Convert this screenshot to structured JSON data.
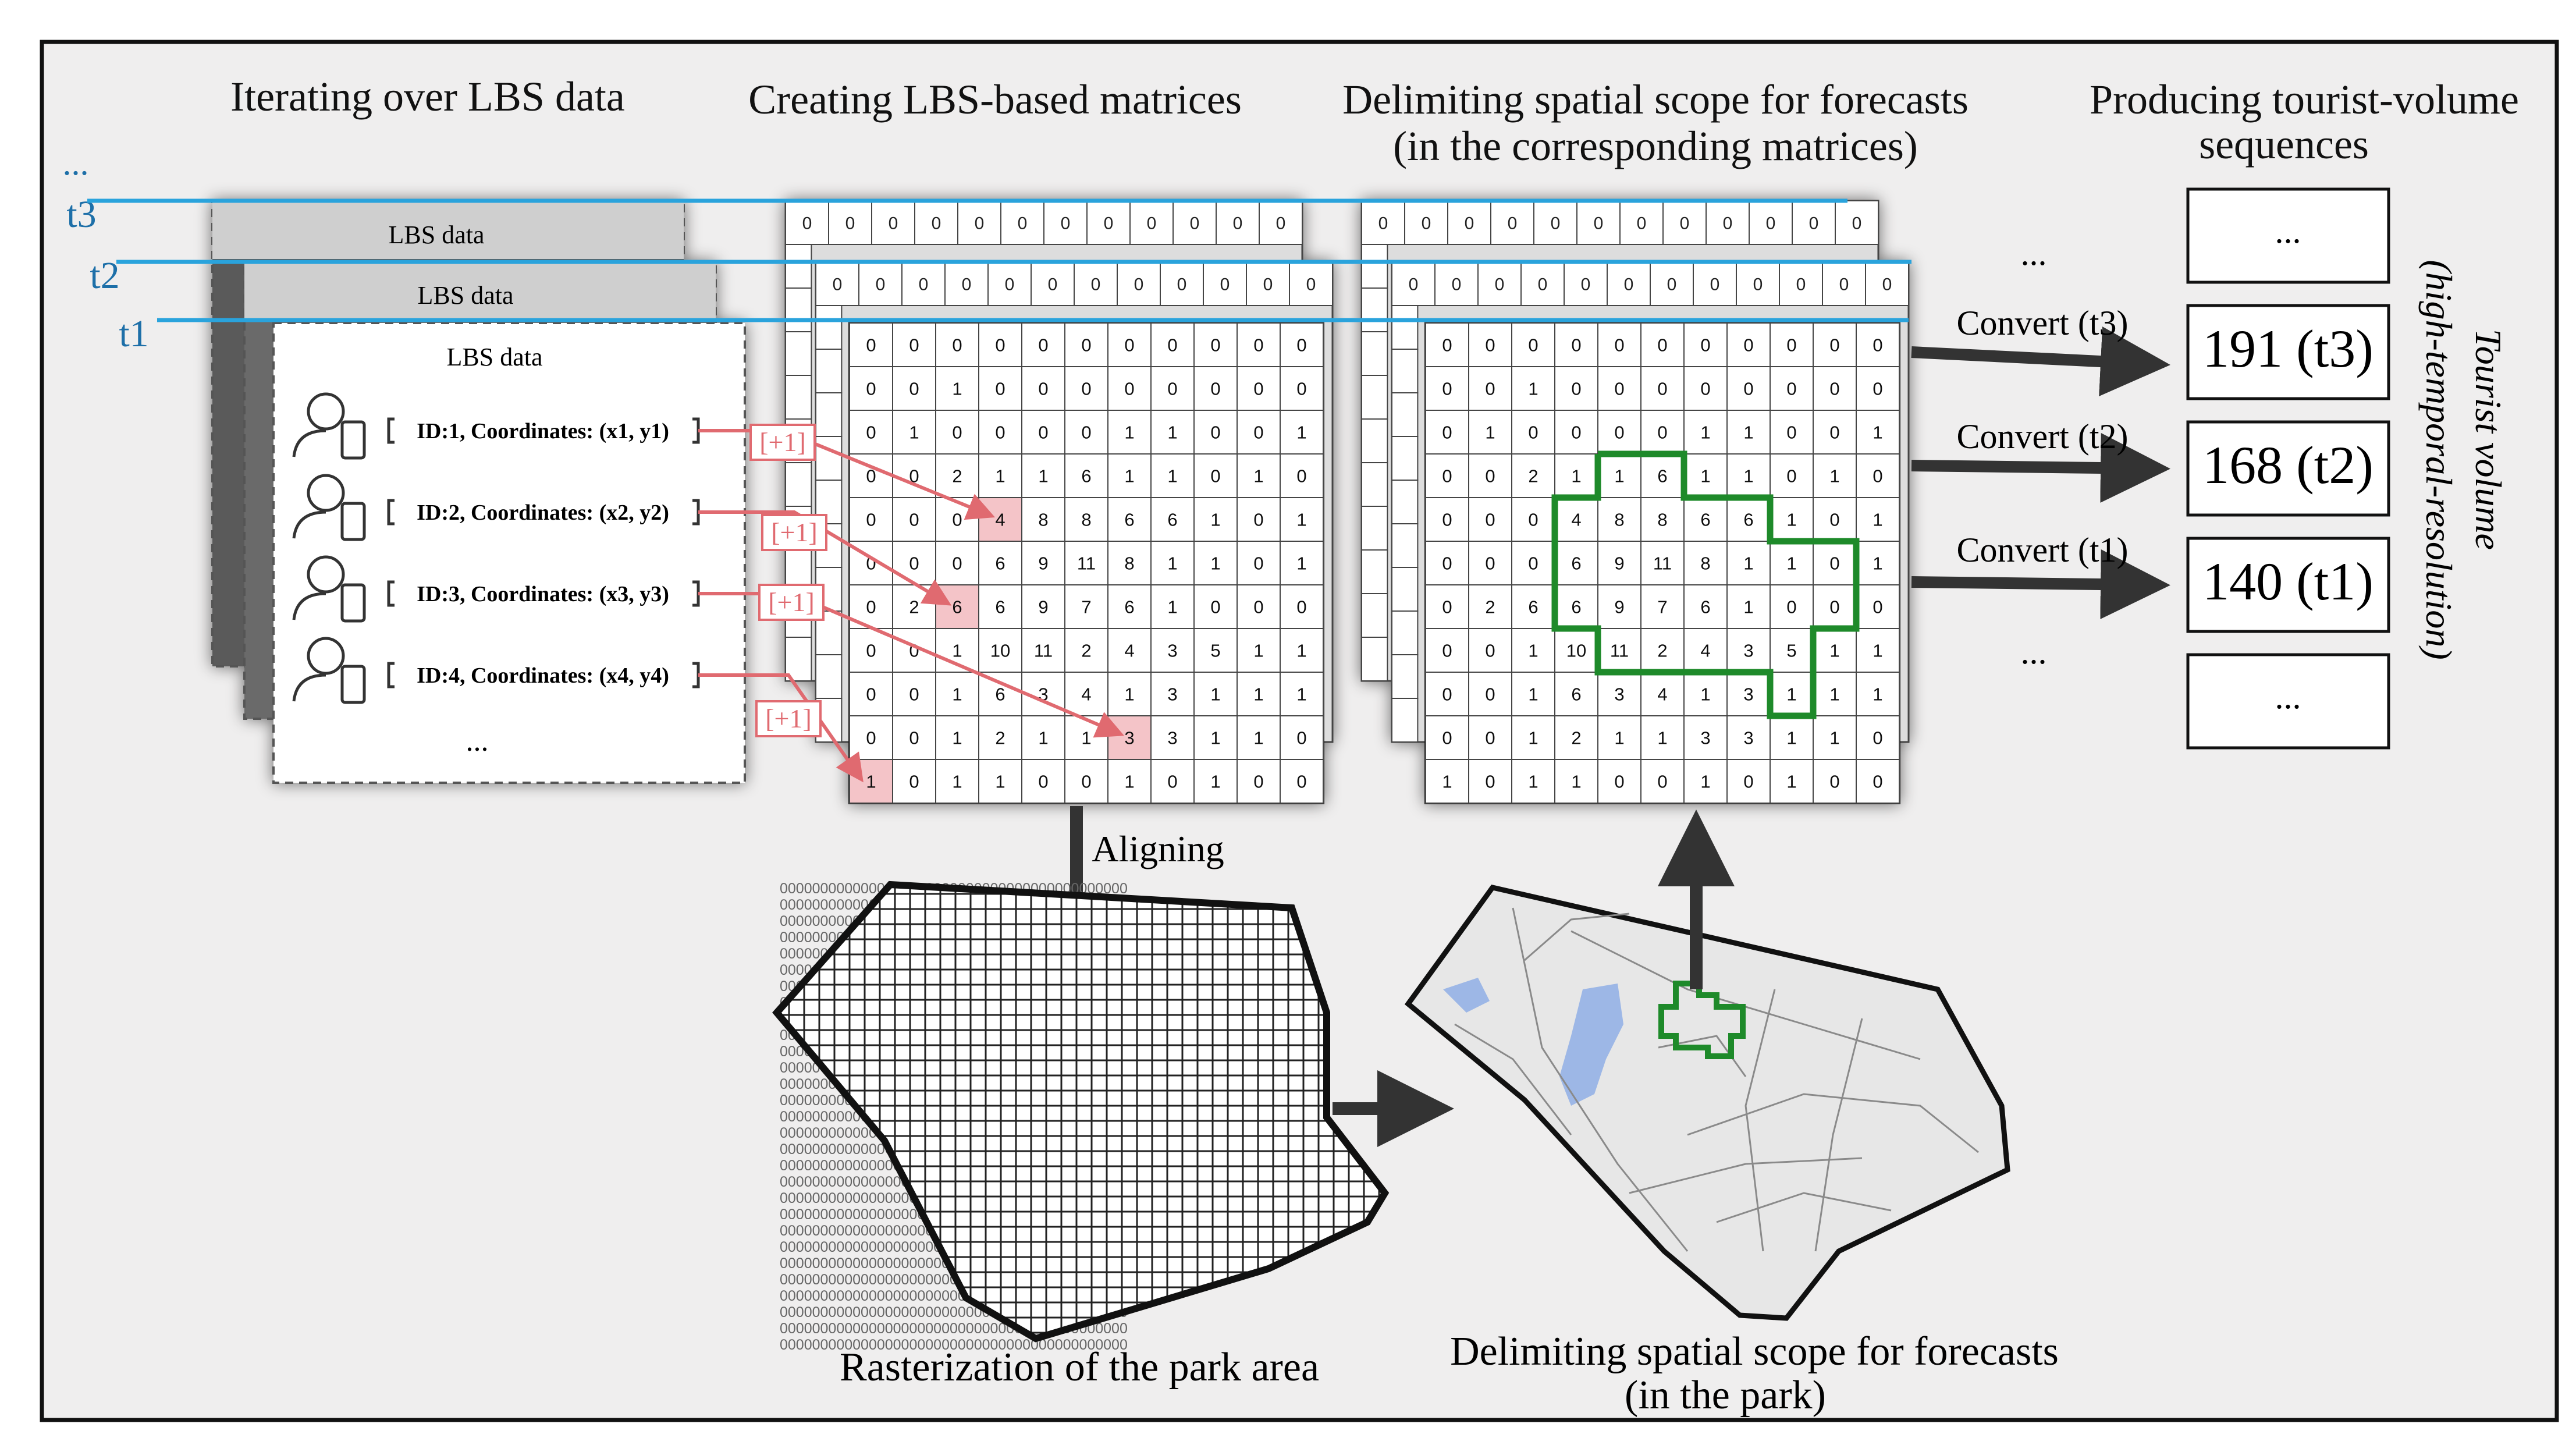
{
  "section_titles": {
    "iterating": "Iterating over LBS data",
    "creating": "Creating LBS-based matrices",
    "delimiting_line1": "Delimiting spatial scope for forecasts",
    "delimiting_line2": "(in the corresponding matrices)",
    "producing_line1": "Producing tourist-volume",
    "producing_line2": "sequences"
  },
  "time_labels": {
    "ellipsis": "...",
    "t3": "t3",
    "t2": "t2",
    "t1": "t1"
  },
  "lbs_cards": {
    "back_label": "LBS data",
    "mid_label": "LBS data",
    "front_label": "LBS data",
    "records": [
      "ID:1, Coordinates: (x1, y1)",
      "ID:2, Coordinates: (x2, y2)",
      "ID:3, Coordinates: (x3, y3)",
      "ID:4, Coordinates: (x4, y4)"
    ],
    "more": "..."
  },
  "increment_label": "[+1]",
  "background_row": [
    "0",
    "0",
    "0",
    "0",
    "0",
    "0",
    "0",
    "0",
    "0",
    "0",
    "0",
    "0"
  ],
  "matrix": [
    [
      "0",
      "0",
      "0",
      "0",
      "0",
      "0",
      "0",
      "0",
      "0",
      "0",
      "0"
    ],
    [
      "0",
      "0",
      "1",
      "0",
      "0",
      "0",
      "0",
      "0",
      "0",
      "0",
      "0"
    ],
    [
      "0",
      "1",
      "0",
      "0",
      "0",
      "0",
      "1",
      "1",
      "0",
      "0",
      "1"
    ],
    [
      "0",
      "0",
      "2",
      "1",
      "1",
      "6",
      "1",
      "1",
      "0",
      "1",
      "0"
    ],
    [
      "0",
      "0",
      "0",
      "4",
      "8",
      "8",
      "6",
      "6",
      "1",
      "0",
      "1"
    ],
    [
      "0",
      "0",
      "0",
      "6",
      "9",
      "11",
      "8",
      "1",
      "1",
      "0",
      "1"
    ],
    [
      "0",
      "2",
      "6",
      "6",
      "9",
      "7",
      "6",
      "1",
      "0",
      "0",
      "0"
    ],
    [
      "0",
      "0",
      "1",
      "10",
      "11",
      "2",
      "4",
      "3",
      "5",
      "1",
      "1"
    ],
    [
      "0",
      "0",
      "1",
      "6",
      "3",
      "4",
      "1",
      "3",
      "1",
      "1",
      "1"
    ],
    [
      "0",
      "0",
      "1",
      "2",
      "1",
      "1",
      "3",
      "3",
      "1",
      "1",
      "0"
    ],
    [
      "1",
      "0",
      "1",
      "1",
      "0",
      "0",
      "1",
      "0",
      "1",
      "0",
      "0"
    ]
  ],
  "aligning_label": "Aligning",
  "raster_label": "Rasterization of the park area",
  "raster_binary_row": "0000000000000000000000000000000000000000000",
  "park_label_line1": "Delimiting spatial scope for forecasts",
  "park_label_line2": "(in the park)",
  "convert_labels": [
    "Convert (t3)",
    "Convert (t2)",
    "Convert (t1)"
  ],
  "sequence_boxes": [
    "...",
    "191 (t3)",
    "168 (t2)",
    "140 (t1)",
    "..."
  ],
  "side_label_line1": "Tourist volume",
  "side_label_line2": "(high-temporal-resolution)",
  "dots_between": "...",
  "colors": {
    "time_line": "#2aa3dc",
    "highlight_text": "#e06a70",
    "highlight_fill": "#f4c4c8",
    "scope_green": "#1e8a2a",
    "frame_bg": "#efeeee",
    "arrow_dark": "#333333"
  }
}
